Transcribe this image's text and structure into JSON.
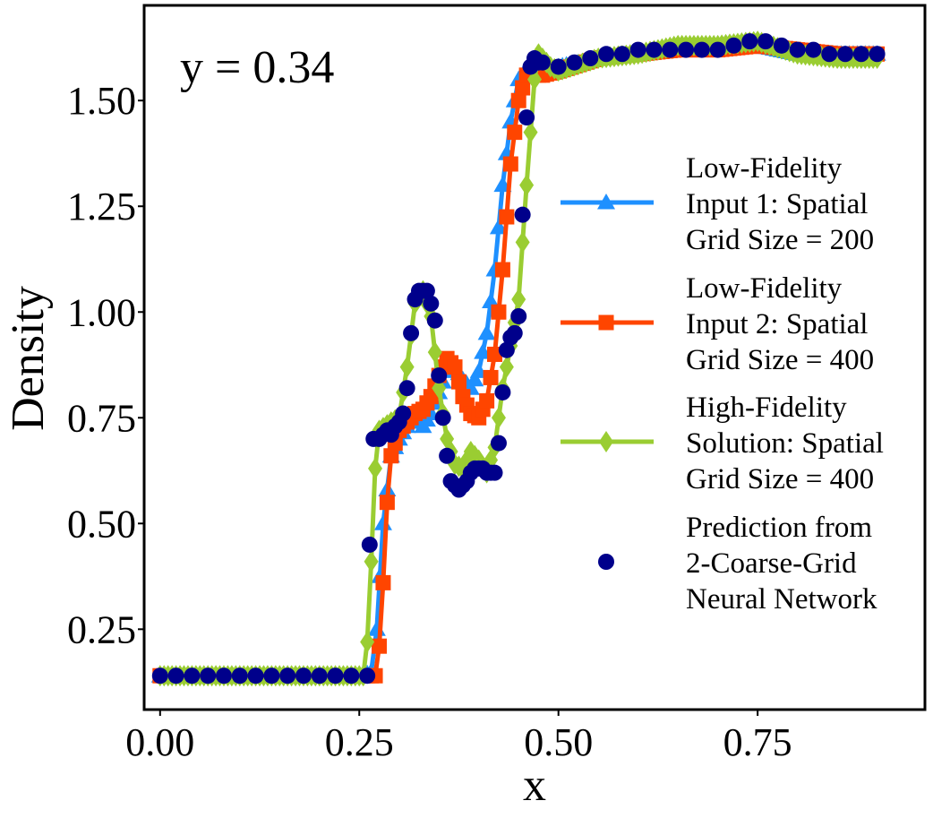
{
  "chart_data": {
    "type": "line",
    "annotation": "y = 0.34",
    "xlabel": "x",
    "ylabel": "Density",
    "xlim": [
      -0.02,
      0.96
    ],
    "ylim": [
      0.06,
      1.725
    ],
    "xticks": [
      {
        "value": 0.0,
        "label": "0.00"
      },
      {
        "value": 0.25,
        "label": "0.25"
      },
      {
        "value": 0.5,
        "label": "0.50"
      },
      {
        "value": 0.75,
        "label": "0.75"
      }
    ],
    "yticks": [
      {
        "value": 0.25,
        "label": "0.25"
      },
      {
        "value": 0.5,
        "label": "0.50"
      },
      {
        "value": 0.75,
        "label": "0.75"
      },
      {
        "value": 1.0,
        "label": "1.00"
      },
      {
        "value": 1.25,
        "label": "1.25"
      },
      {
        "value": 1.5,
        "label": "1.50"
      }
    ],
    "grid": false,
    "legend_position": "right",
    "series": [
      {
        "name_lines": [
          "Low-Fidelity",
          "Input 1: Spatial",
          "Grid Size = 200"
        ],
        "color": "#1E90FF",
        "marker": "triangle",
        "points": [
          [
            0.0,
            0.14
          ],
          [
            0.1,
            0.14
          ],
          [
            0.2,
            0.14
          ],
          [
            0.255,
            0.14
          ],
          [
            0.265,
            0.15
          ],
          [
            0.272,
            0.25
          ],
          [
            0.28,
            0.5
          ],
          [
            0.29,
            0.66
          ],
          [
            0.3,
            0.7
          ],
          [
            0.31,
            0.73
          ],
          [
            0.32,
            0.75
          ],
          [
            0.33,
            0.73
          ],
          [
            0.34,
            0.76
          ],
          [
            0.35,
            0.81
          ],
          [
            0.36,
            0.86
          ],
          [
            0.37,
            0.87
          ],
          [
            0.38,
            0.84
          ],
          [
            0.39,
            0.82
          ],
          [
            0.4,
            0.86
          ],
          [
            0.41,
            0.95
          ],
          [
            0.42,
            1.1
          ],
          [
            0.43,
            1.3
          ],
          [
            0.44,
            1.45
          ],
          [
            0.45,
            1.55
          ],
          [
            0.46,
            1.57
          ],
          [
            0.48,
            1.57
          ],
          [
            0.5,
            1.58
          ],
          [
            0.55,
            1.6
          ],
          [
            0.6,
            1.61
          ],
          [
            0.65,
            1.62
          ],
          [
            0.7,
            1.62
          ],
          [
            0.75,
            1.63
          ],
          [
            0.8,
            1.61
          ],
          [
            0.85,
            1.61
          ],
          [
            0.9,
            1.61
          ]
        ]
      },
      {
        "name_lines": [
          "Low-Fidelity",
          "Input 2: Spatial",
          "Grid Size = 400"
        ],
        "color": "#FF4500",
        "marker": "square",
        "points": [
          [
            0.0,
            0.14
          ],
          [
            0.1,
            0.14
          ],
          [
            0.2,
            0.14
          ],
          [
            0.26,
            0.14
          ],
          [
            0.27,
            0.14
          ],
          [
            0.275,
            0.21
          ],
          [
            0.28,
            0.36
          ],
          [
            0.285,
            0.55
          ],
          [
            0.29,
            0.66
          ],
          [
            0.3,
            0.72
          ],
          [
            0.31,
            0.74
          ],
          [
            0.32,
            0.76
          ],
          [
            0.33,
            0.77
          ],
          [
            0.34,
            0.8
          ],
          [
            0.35,
            0.85
          ],
          [
            0.36,
            0.89
          ],
          [
            0.37,
            0.87
          ],
          [
            0.38,
            0.8
          ],
          [
            0.39,
            0.76
          ],
          [
            0.4,
            0.75
          ],
          [
            0.41,
            0.79
          ],
          [
            0.42,
            0.9
          ],
          [
            0.43,
            1.1
          ],
          [
            0.44,
            1.35
          ],
          [
            0.45,
            1.5
          ],
          [
            0.46,
            1.56
          ],
          [
            0.48,
            1.56
          ],
          [
            0.5,
            1.57
          ],
          [
            0.55,
            1.6
          ],
          [
            0.6,
            1.61
          ],
          [
            0.65,
            1.62
          ],
          [
            0.7,
            1.62
          ],
          [
            0.75,
            1.63
          ],
          [
            0.8,
            1.62
          ],
          [
            0.85,
            1.61
          ],
          [
            0.9,
            1.61
          ]
        ]
      },
      {
        "name_lines": [
          "High-Fidelity",
          "Solution: Spatial",
          "Grid Size = 400"
        ],
        "color": "#9ACD32",
        "marker": "diamond",
        "points": [
          [
            0.0,
            0.14
          ],
          [
            0.1,
            0.14
          ],
          [
            0.2,
            0.14
          ],
          [
            0.255,
            0.14
          ],
          [
            0.26,
            0.22
          ],
          [
            0.265,
            0.41
          ],
          [
            0.27,
            0.63
          ],
          [
            0.275,
            0.72
          ],
          [
            0.29,
            0.74
          ],
          [
            0.3,
            0.75
          ],
          [
            0.31,
            0.87
          ],
          [
            0.32,
            1.02
          ],
          [
            0.33,
            1.05
          ],
          [
            0.34,
            0.99
          ],
          [
            0.35,
            0.82
          ],
          [
            0.36,
            0.7
          ],
          [
            0.37,
            0.64
          ],
          [
            0.38,
            0.63
          ],
          [
            0.39,
            0.67
          ],
          [
            0.4,
            0.65
          ],
          [
            0.41,
            0.62
          ],
          [
            0.42,
            0.68
          ],
          [
            0.43,
            0.82
          ],
          [
            0.44,
            0.92
          ],
          [
            0.45,
            1.03
          ],
          [
            0.46,
            1.3
          ],
          [
            0.47,
            1.55
          ],
          [
            0.475,
            1.61
          ],
          [
            0.49,
            1.58
          ],
          [
            0.5,
            1.57
          ],
          [
            0.55,
            1.6
          ],
          [
            0.6,
            1.61
          ],
          [
            0.65,
            1.63
          ],
          [
            0.7,
            1.63
          ],
          [
            0.75,
            1.64
          ],
          [
            0.8,
            1.61
          ],
          [
            0.85,
            1.6
          ],
          [
            0.9,
            1.6
          ]
        ]
      },
      {
        "name_lines": [
          "Prediction from",
          "2-Coarse-Grid",
          "Neural Network"
        ],
        "color": "#00008B",
        "marker": "circle",
        "points": [
          [
            0.0,
            0.14
          ],
          [
            0.02,
            0.14
          ],
          [
            0.04,
            0.14
          ],
          [
            0.06,
            0.14
          ],
          [
            0.08,
            0.14
          ],
          [
            0.1,
            0.14
          ],
          [
            0.12,
            0.14
          ],
          [
            0.14,
            0.14
          ],
          [
            0.16,
            0.14
          ],
          [
            0.18,
            0.14
          ],
          [
            0.2,
            0.14
          ],
          [
            0.22,
            0.14
          ],
          [
            0.24,
            0.14
          ],
          [
            0.26,
            0.14
          ],
          [
            0.263,
            0.45
          ],
          [
            0.268,
            0.7
          ],
          [
            0.275,
            0.7
          ],
          [
            0.28,
            0.71
          ],
          [
            0.285,
            0.72
          ],
          [
            0.29,
            0.71
          ],
          [
            0.295,
            0.73
          ],
          [
            0.3,
            0.74
          ],
          [
            0.305,
            0.76
          ],
          [
            0.31,
            0.82
          ],
          [
            0.315,
            0.95
          ],
          [
            0.32,
            1.03
          ],
          [
            0.325,
            1.05
          ],
          [
            0.33,
            1.05
          ],
          [
            0.335,
            1.05
          ],
          [
            0.34,
            1.02
          ],
          [
            0.345,
            0.98
          ],
          [
            0.35,
            0.85
          ],
          [
            0.355,
            0.75
          ],
          [
            0.36,
            0.66
          ],
          [
            0.365,
            0.6
          ],
          [
            0.37,
            0.59
          ],
          [
            0.375,
            0.58
          ],
          [
            0.38,
            0.59
          ],
          [
            0.385,
            0.6
          ],
          [
            0.39,
            0.62
          ],
          [
            0.395,
            0.63
          ],
          [
            0.4,
            0.63
          ],
          [
            0.405,
            0.63
          ],
          [
            0.41,
            0.62
          ],
          [
            0.415,
            0.62
          ],
          [
            0.42,
            0.62
          ],
          [
            0.425,
            0.69
          ],
          [
            0.43,
            0.81
          ],
          [
            0.435,
            0.91
          ],
          [
            0.44,
            0.94
          ],
          [
            0.445,
            0.95
          ],
          [
            0.45,
            0.99
          ],
          [
            0.455,
            1.23
          ],
          [
            0.46,
            1.46
          ],
          [
            0.465,
            1.58
          ],
          [
            0.47,
            1.6
          ],
          [
            0.475,
            1.59
          ],
          [
            0.48,
            1.59
          ],
          [
            0.5,
            1.58
          ],
          [
            0.52,
            1.59
          ],
          [
            0.54,
            1.6
          ],
          [
            0.56,
            1.61
          ],
          [
            0.58,
            1.61
          ],
          [
            0.6,
            1.62
          ],
          [
            0.62,
            1.62
          ],
          [
            0.64,
            1.62
          ],
          [
            0.66,
            1.62
          ],
          [
            0.68,
            1.62
          ],
          [
            0.7,
            1.62
          ],
          [
            0.72,
            1.63
          ],
          [
            0.74,
            1.64
          ],
          [
            0.76,
            1.64
          ],
          [
            0.78,
            1.63
          ],
          [
            0.8,
            1.62
          ],
          [
            0.82,
            1.62
          ],
          [
            0.84,
            1.61
          ],
          [
            0.86,
            1.61
          ],
          [
            0.88,
            1.61
          ],
          [
            0.9,
            1.61
          ]
        ]
      }
    ]
  }
}
